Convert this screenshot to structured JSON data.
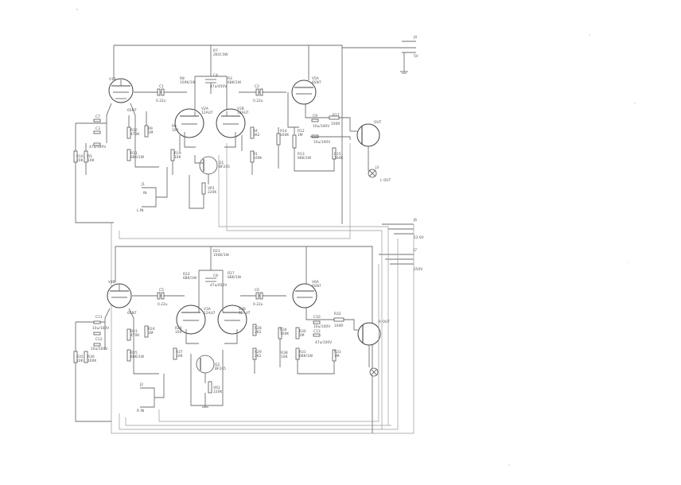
{
  "labels": {
    "supply_top_a": "J4",
    "supply_top_b": "5V",
    "supply_mid_1": "J6",
    "supply_mid_2": "12.6V",
    "supply_mid_3": "J7",
    "supply_mid_4": "250V",
    "ch1": {
      "r7": "R7",
      "r7v": "2K/0.5W",
      "r8": "R8",
      "r8v": "100K/1W",
      "r3": "R3",
      "r3v": "68K/1W",
      "c4": "C4",
      "c4v": "47u/450V",
      "c1": "C1",
      "c1v": "0.22u",
      "c2": "C2",
      "c2v": "0.22u",
      "v1b": "V1B",
      "v5a": "V5A",
      "v5av": "6SN7",
      "v1b_type": "6SN7",
      "v2a": "V2A",
      "v2av": "12AU7",
      "v2b": "V2B",
      "v2bv": "12AU7",
      "r10": "R10",
      "r10v": "470K",
      "r9": "R9",
      "r9v": "1M",
      "r11": "R11",
      "r11v": "68K/1W",
      "r6": "R6",
      "r6v": "100",
      "r14": "R14",
      "r14v": "100K",
      "r12": "R12",
      "r12v": "1M",
      "r13": "R13",
      "r13v": "68K/1W",
      "r17": "R17",
      "r17v": "100R",
      "c7": "C7",
      "c7v": "47u/100V",
      "c9": "C9",
      "c9v": "10u/100V",
      "c3": "C3",
      "c3v": "10u/100V",
      "r15": "R15",
      "r15v": "100K",
      "r16": "R16",
      "r16v": "10K",
      "r5": "R5",
      "r5v": "10K",
      "r4": "R4",
      "r4v": "2K2",
      "r1": "R1",
      "r1v": "100K",
      "q1": "Q1",
      "q1v": "BF245",
      "vr1": "VR1",
      "vr1v": "220K",
      "r19": "R19",
      "r19v": "10K",
      "j3": "J3",
      "jin": "IN",
      "jout": "OUT",
      "out_l": "L OUT",
      "j1": "J1",
      "j1v": "L IN"
    },
    "ch2": {
      "r21": "R21",
      "r21v": "100K/1W",
      "r22": "R22",
      "r22v": "68K/1W",
      "r27": "R27",
      "r27v": "68K/1W",
      "c8": "C8",
      "c8v": "47u/450V",
      "c5": "C5",
      "c5v": "0.22u",
      "c6": "C6",
      "c6v": "0.22u",
      "v4b": "V4B",
      "v6a": "V6A",
      "v6av": "6SN7",
      "v4b_type": "6SN7",
      "v3a": "V3A",
      "v3av": "12AU7",
      "v3b": "V3B",
      "v3bv": "12AU7",
      "r23": "R23",
      "r23v": "470K",
      "r24": "R24",
      "r24v": "1M",
      "r25": "R25",
      "r25v": "68K/1W",
      "r26": "R26",
      "r26v": "100",
      "r28": "R28",
      "r28v": "2K2",
      "r29": "R29",
      "r29v": "2K2",
      "r30": "R30",
      "r30v": "1M",
      "r31": "R31",
      "r31v": "68K/1W",
      "r32": "R32",
      "r32v": "100R",
      "r33": "R33",
      "r33v": "1M",
      "r34": "R34",
      "r34v": "100K",
      "c10": "C10",
      "c10v": "10u/100V",
      "c11": "C11",
      "c11v": "10u/100V",
      "c12": "C12",
      "c12v": "10u/100V",
      "c13": "C13",
      "c13v": "47u/100V",
      "r35": "R35",
      "r35v": "10K",
      "r36": "R36",
      "r36v": "100K",
      "r37": "R37",
      "r37v": "10K",
      "r38": "R38",
      "r38v": "10K",
      "q2": "Q2",
      "q2v": "BF245",
      "vr2": "VR2",
      "vr2v": "220K",
      "j2": "J2",
      "j2v": "R IN",
      "out_r": "R OUT"
    }
  }
}
